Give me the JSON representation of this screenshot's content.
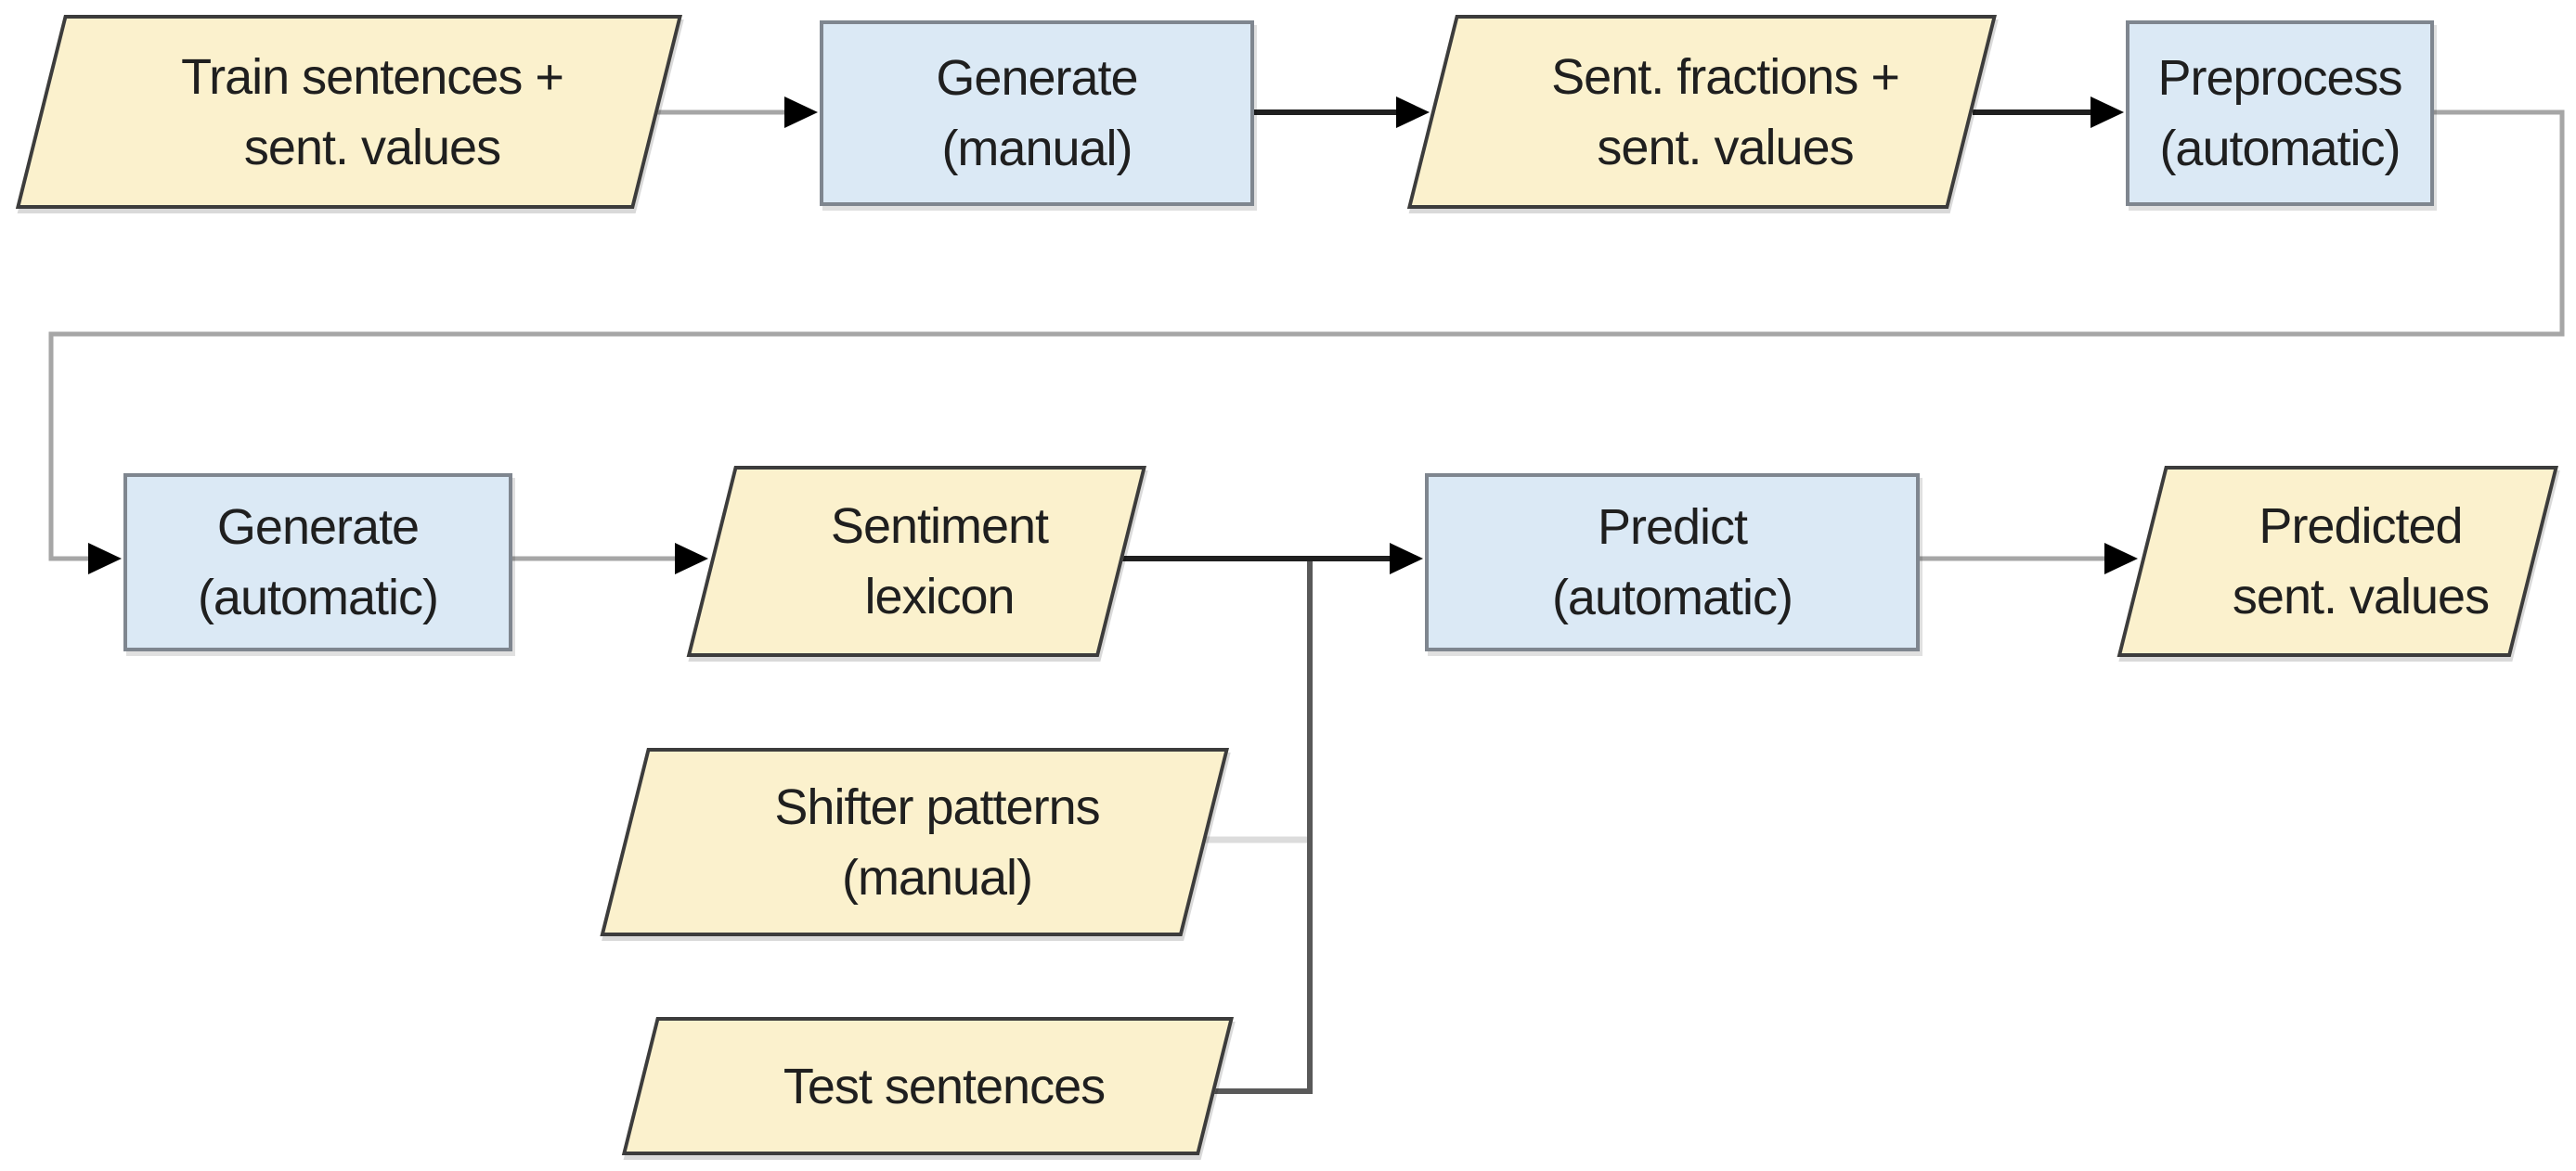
{
  "nodes": {
    "train": {
      "line1": "Train sentences +",
      "line2": "sent. values",
      "kind": "data"
    },
    "generate_manual": {
      "line1": "Generate",
      "line2": "(manual)",
      "kind": "process"
    },
    "sent_fractions": {
      "line1": "Sent. fractions +",
      "line2": "sent. values",
      "kind": "data"
    },
    "preprocess": {
      "line1": "Preprocess",
      "line2": "(automatic)",
      "kind": "process"
    },
    "generate_automatic": {
      "line1": "Generate",
      "line2": "(automatic)",
      "kind": "process"
    },
    "sentiment_lexicon": {
      "line1": "Sentiment",
      "line2": "lexicon",
      "kind": "data"
    },
    "predict": {
      "line1": "Predict",
      "line2": "(automatic)",
      "kind": "process"
    },
    "predicted_values": {
      "line1": "Predicted",
      "line2": "sent. values",
      "kind": "data"
    },
    "shifter_patterns": {
      "line1": "Shifter patterns",
      "line2": "(manual)",
      "kind": "data"
    },
    "test_sentences": {
      "line1": "Test sentences",
      "line2": "",
      "kind": "data"
    }
  },
  "edges": [
    {
      "from": "train",
      "to": "generate_manual"
    },
    {
      "from": "generate_manual",
      "to": "sent_fractions"
    },
    {
      "from": "sent_fractions",
      "to": "preprocess"
    },
    {
      "from": "preprocess",
      "to": "generate_automatic"
    },
    {
      "from": "generate_automatic",
      "to": "sentiment_lexicon"
    },
    {
      "from": "sentiment_lexicon",
      "to": "predict"
    },
    {
      "from": "shifter_patterns",
      "to": "predict"
    },
    {
      "from": "test_sentences",
      "to": "predict"
    },
    {
      "from": "predict",
      "to": "predicted_values"
    }
  ],
  "colors": {
    "data_fill": "#fbf1cd",
    "data_border": "#3c3c3c",
    "process_fill": "#dbe9f5",
    "process_border": "#7f868f",
    "connector_gray": "#a6a6a6",
    "connector_black": "#1f1f1f",
    "connector_dark": "#595959",
    "connector_light": "#dcdcdc",
    "arrow_fill": "#000000"
  }
}
